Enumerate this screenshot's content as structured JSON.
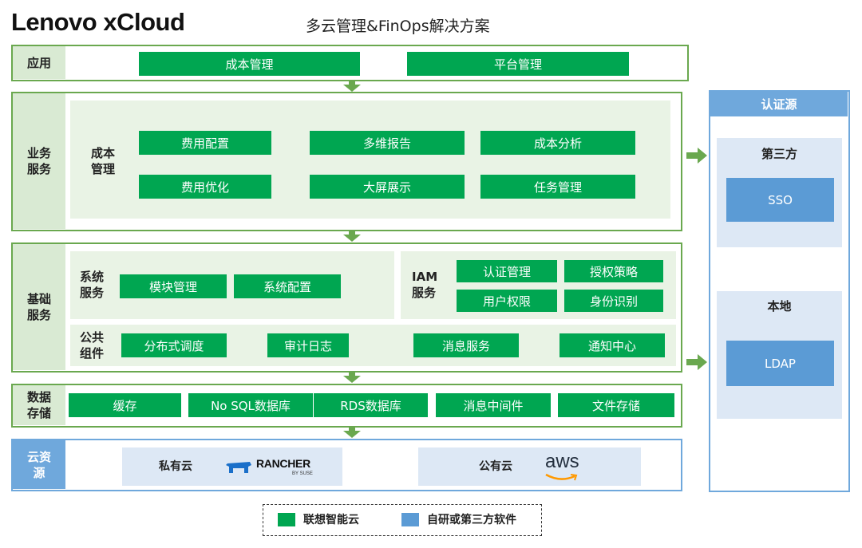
{
  "header": {
    "logo": "Lenovo xCloud",
    "title": "多云管理&FinOps解决方案"
  },
  "app_layer": {
    "label": "应用",
    "items": [
      "成本管理",
      "平台管理"
    ]
  },
  "business_layer": {
    "label": "业务服务",
    "group_label": "成本管理",
    "items": [
      "费用配置",
      "多维报告",
      "成本分析",
      "费用优化",
      "大屏展示",
      "任务管理"
    ]
  },
  "base_layer": {
    "label": "基础服务",
    "system": {
      "label": "系统服务",
      "items": [
        "模块管理",
        "系统配置"
      ]
    },
    "iam": {
      "label": "IAM服务",
      "items": [
        "认证管理",
        "授权策略",
        "用户权限",
        "身份识别"
      ]
    },
    "common": {
      "label": "公共组件",
      "items": [
        "分布式调度",
        "审计日志",
        "消息服务",
        "通知中心"
      ]
    }
  },
  "data_layer": {
    "label": "数据存储",
    "items": [
      "缓存",
      "No SQL数据库",
      "RDS数据库",
      "消息中间件",
      "文件存储"
    ]
  },
  "cloud_layer": {
    "label": "云资源",
    "private": {
      "label": "私有云",
      "brand": "RANCHER",
      "brand_sub": "BY SUSE"
    },
    "public": {
      "label": "公有云",
      "brand": "aws"
    }
  },
  "auth_source": {
    "title": "认证源",
    "third_party": {
      "label": "第三方",
      "item": "SSO"
    },
    "local": {
      "label": "本地",
      "item": "LDAP"
    }
  },
  "legend": [
    {
      "label": "联想智能云",
      "color": "#00a651"
    },
    {
      "label": "自研或第三方软件",
      "color": "#5b9bd5"
    }
  ],
  "colors": {
    "green_frame": "#6aa84f",
    "green_button": "#00a651",
    "blue_frame": "#6fa8dc",
    "blue_button": "#5b9bd5"
  }
}
